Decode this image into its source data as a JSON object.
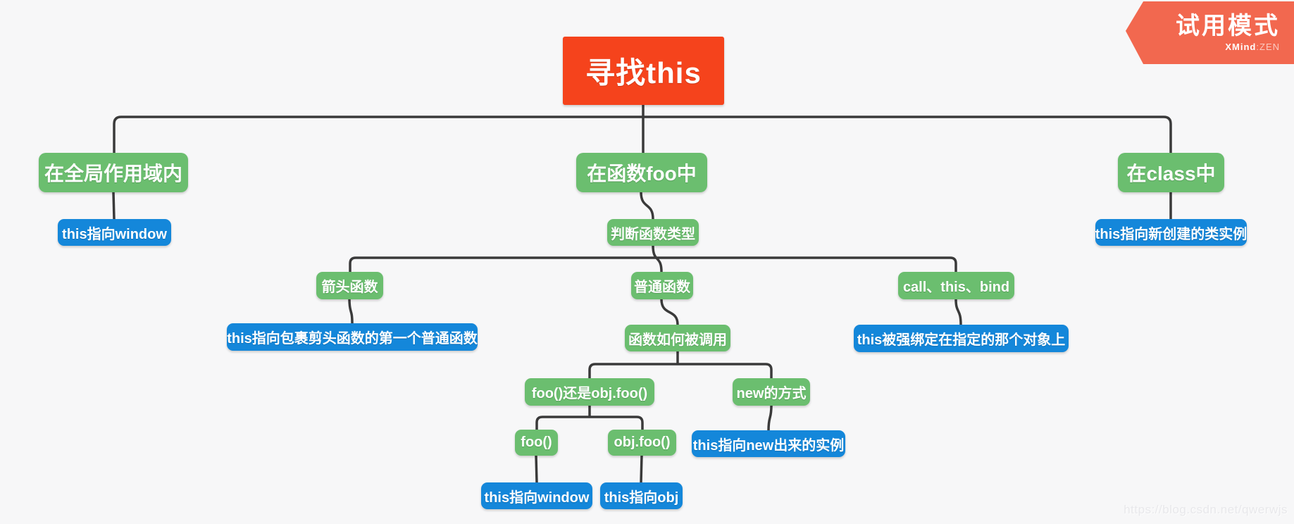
{
  "app": {
    "ribbon_title": "试用模式",
    "brand_bold": "XMind",
    "brand_sep": ":",
    "brand_light": "ZEN",
    "watermark": "https://blog.csdn.net/qwerwjs"
  },
  "colors": {
    "background": "#f7f7f8",
    "root_node": "#f5431c",
    "branch_node": "#6bbe6f",
    "leaf_node": "#1487da",
    "connector": "#3a3a3a",
    "ribbon": "#f2684f"
  },
  "nodes": {
    "root": {
      "label": "寻找this"
    },
    "global_scope": {
      "label": "在全局作用域内"
    },
    "global_this_window": {
      "label": "this指向window"
    },
    "in_foo": {
      "label": "在函数foo中"
    },
    "judge_type": {
      "label": "判断函数类型"
    },
    "arrow_fn": {
      "label": "箭头函数"
    },
    "arrow_result": {
      "label": "this指向包裹剪头函数的第一个普通函数"
    },
    "normal_fn": {
      "label": "普通函数"
    },
    "how_called": {
      "label": "函数如何被调用"
    },
    "foo_or_objfoo": {
      "label": "foo()还是obj.foo()"
    },
    "foo_call": {
      "label": "foo()"
    },
    "foo_result": {
      "label": "this指向window"
    },
    "objfoo_call": {
      "label": "obj.foo()"
    },
    "objfoo_result": {
      "label": "this指向obj"
    },
    "new_way": {
      "label": "new的方式"
    },
    "new_result": {
      "label": "this指向new出来的实例"
    },
    "call_this_bind": {
      "label": "call、this、bind"
    },
    "bind_result": {
      "label": "this被强绑定在指定的那个对象上"
    },
    "in_class": {
      "label": "在class中"
    },
    "class_result": {
      "label": "this指向新创建的类实例"
    }
  }
}
